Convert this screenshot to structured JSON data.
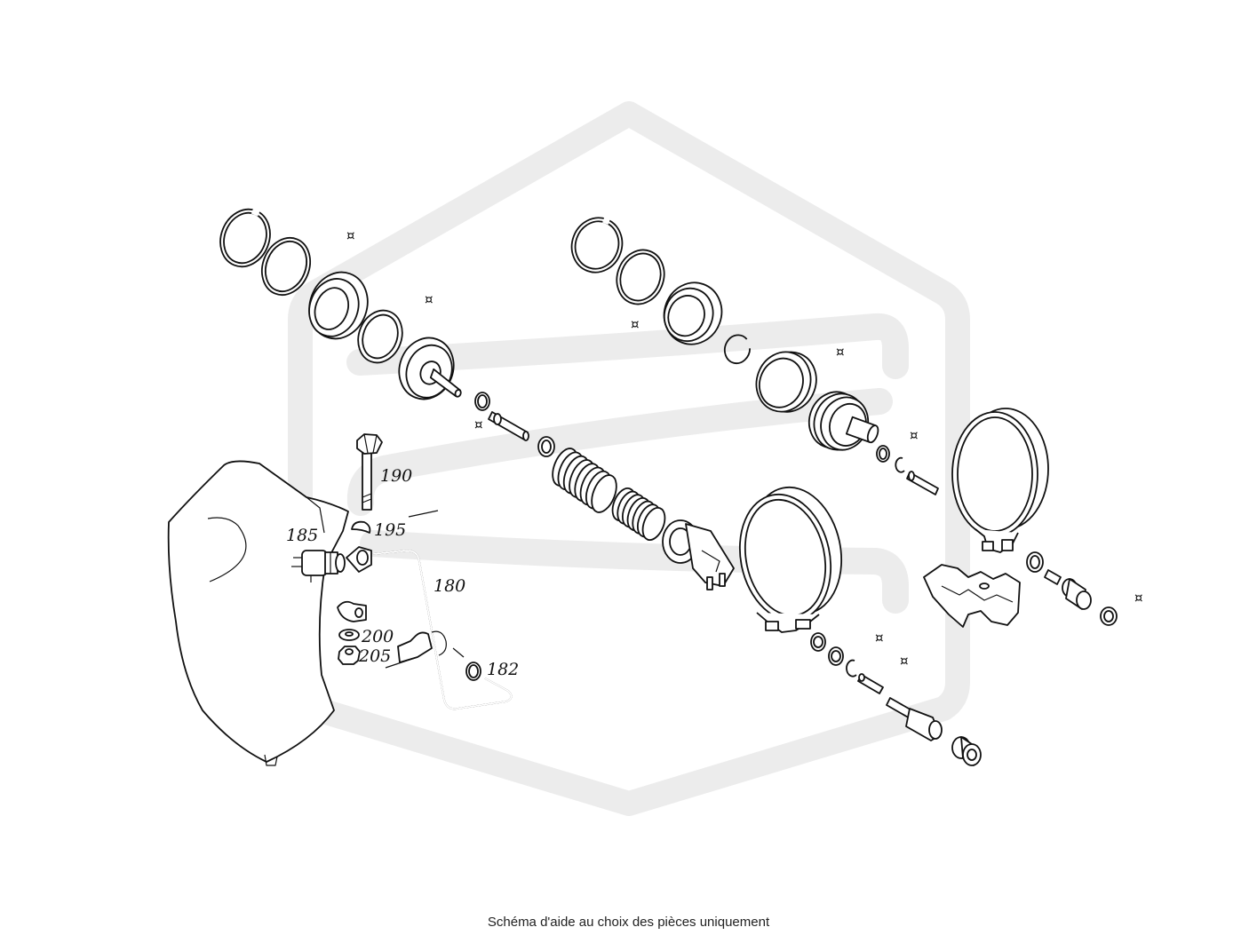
{
  "caption": "Schéma d'aide au choix des pièces uniquement",
  "callouts": [
    "190",
    "195",
    "185",
    "180",
    "200",
    "205",
    "182"
  ],
  "marker_symbol": "¤",
  "colors": {
    "line": "#111111",
    "watermark": "#ececec",
    "background": "#ffffff"
  }
}
